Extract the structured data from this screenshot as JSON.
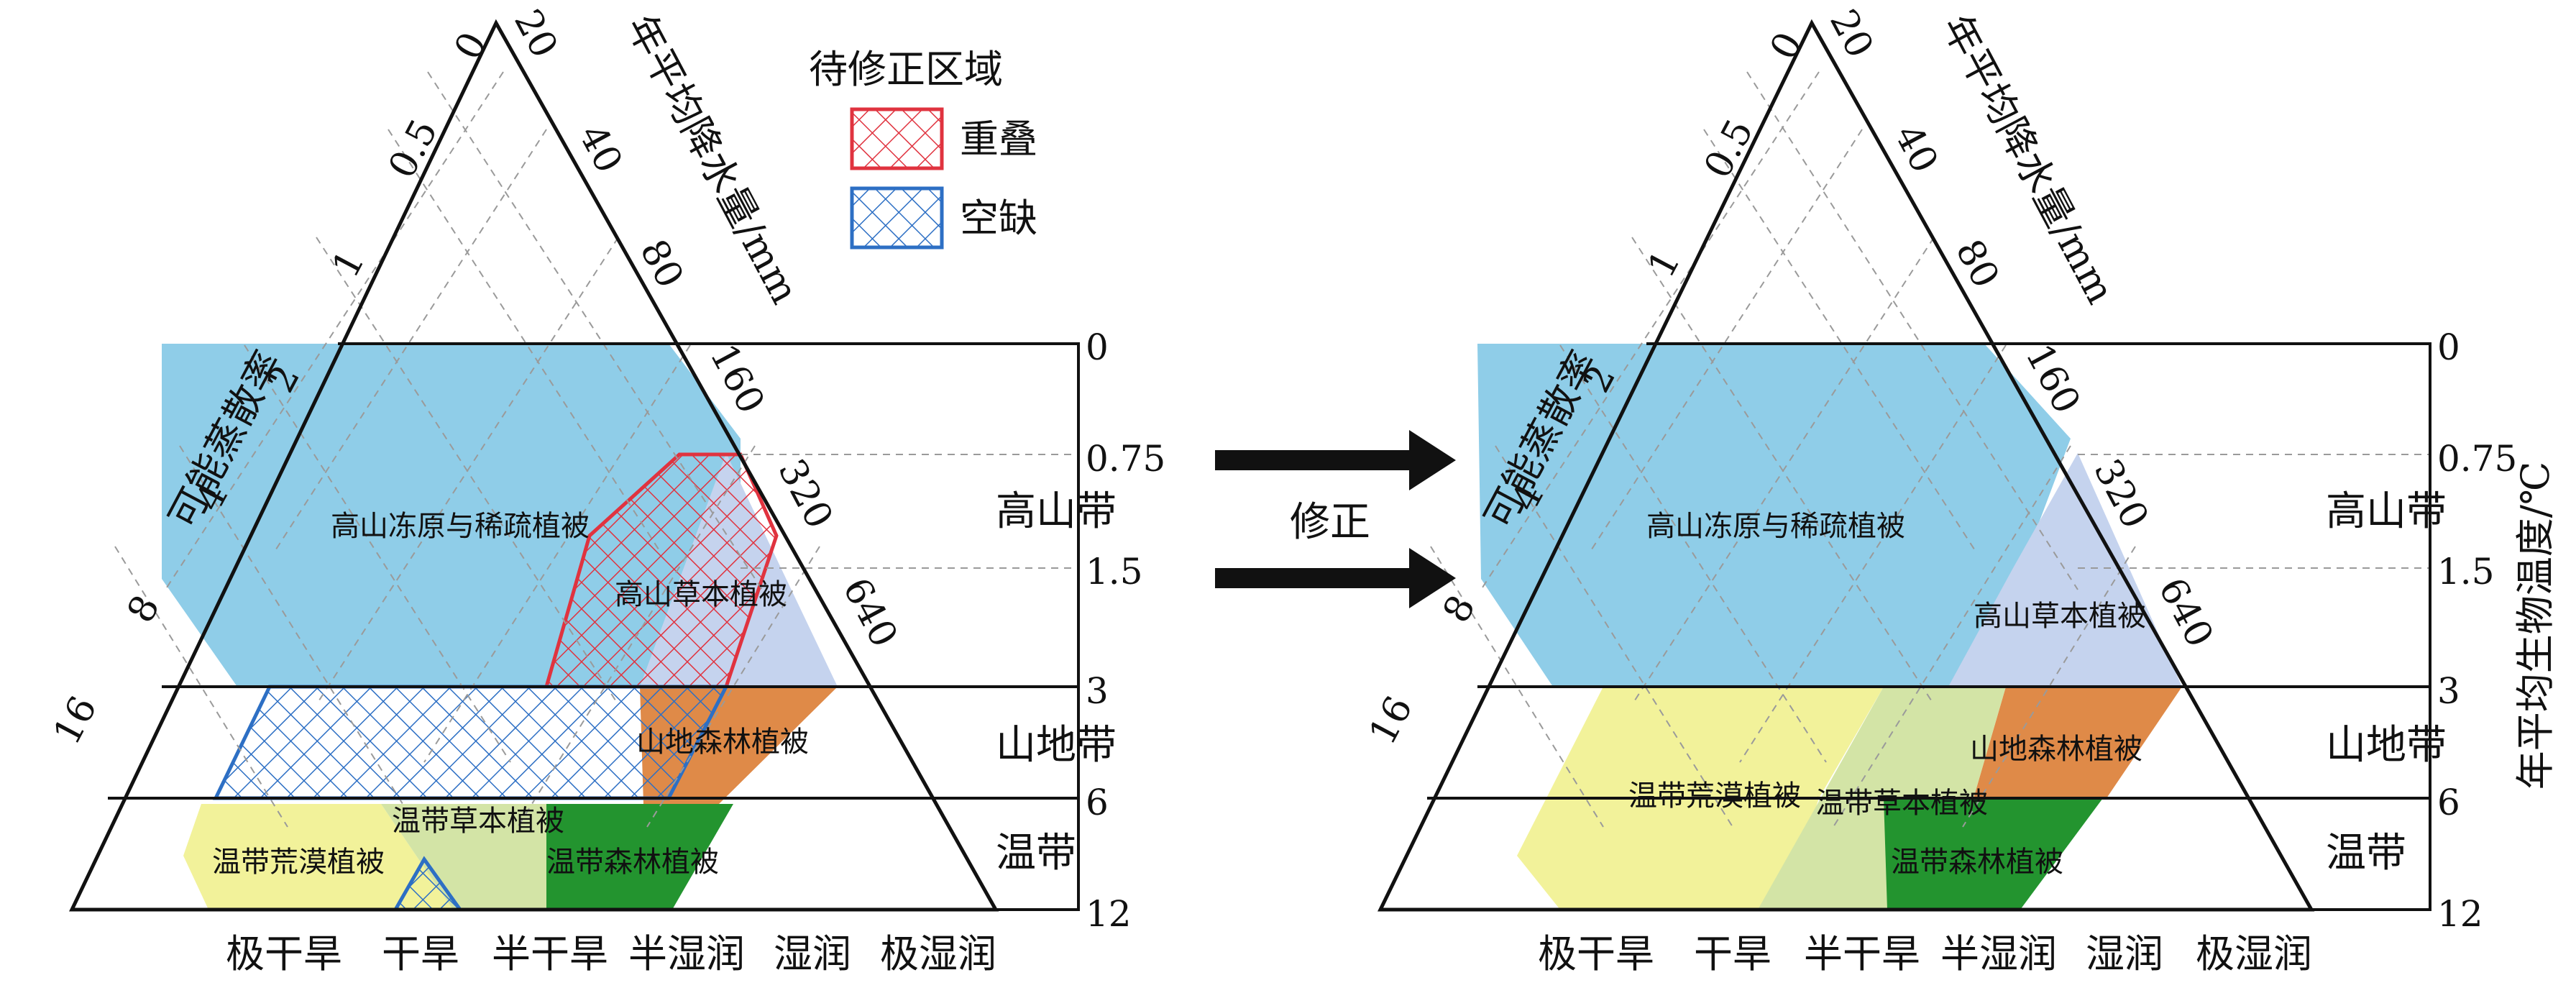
{
  "colors": {
    "alpine_tundra": "#8fcde8",
    "alpine_grass": "#c5d3ee",
    "mountain_forest": "#df8a48",
    "temperate_desert": "#f2f29a",
    "temperate_grass": "#d3e4a6",
    "temperate_forest": "#23942f",
    "overlap": "#e0333f",
    "gap": "#2d6fc4",
    "arrow": "#111111"
  },
  "left_panel": {
    "evap_axis_title": "可能蒸散率",
    "evap_ticks": [
      "0",
      "0.5",
      "1",
      "2",
      "4",
      "8",
      "16"
    ],
    "precip_axis_title": "年平均降水量/mm",
    "precip_ticks": [
      "20",
      "40",
      "80",
      "160",
      "320",
      "640"
    ],
    "temp_ticks": [
      "0",
      "0.75",
      "1.5",
      "3",
      "6",
      "12"
    ],
    "zones": [
      "高山带",
      "山地带",
      "温带"
    ],
    "humidity_labels": [
      "极干旱",
      "干旱",
      "半干旱",
      "半湿润",
      "湿润",
      "极湿润"
    ],
    "regions": {
      "alpine_tundra": "高山冻原与稀疏植被",
      "alpine_grass": "高山草本植被",
      "mountain_forest": "山地森林植被",
      "temperate_desert": "温带荒漠植被",
      "temperate_grass": "温带草本植被",
      "temperate_forest": "温带森林植被"
    }
  },
  "legend": {
    "title": "待修正区域",
    "overlap": "重叠",
    "gap": "空缺"
  },
  "arrow_label": "修正",
  "right_panel": {
    "evap_axis_title": "可能蒸散率",
    "evap_ticks": [
      "0",
      "0.5",
      "1",
      "2",
      "4",
      "8",
      "16"
    ],
    "precip_axis_title": "年平均降水量/mm",
    "precip_ticks": [
      "20",
      "40",
      "80",
      "160",
      "320",
      "640"
    ],
    "temp_axis_title": "年平均生物温度/℃",
    "temp_ticks": [
      "0",
      "0.75",
      "1.5",
      "3",
      "6",
      "12"
    ],
    "zones": [
      "高山带",
      "山地带",
      "温带"
    ],
    "humidity_labels": [
      "极干旱",
      "干旱",
      "半干旱",
      "半湿润",
      "湿润",
      "极湿润"
    ],
    "regions": {
      "alpine_tundra": "高山冻原与稀疏植被",
      "alpine_grass": "高山草本植被",
      "mountain_forest": "山地森林植被",
      "temperate_desert": "温带荒漠植被",
      "temperate_grass": "温带草本植被",
      "temperate_forest": "温带森林植被"
    }
  }
}
